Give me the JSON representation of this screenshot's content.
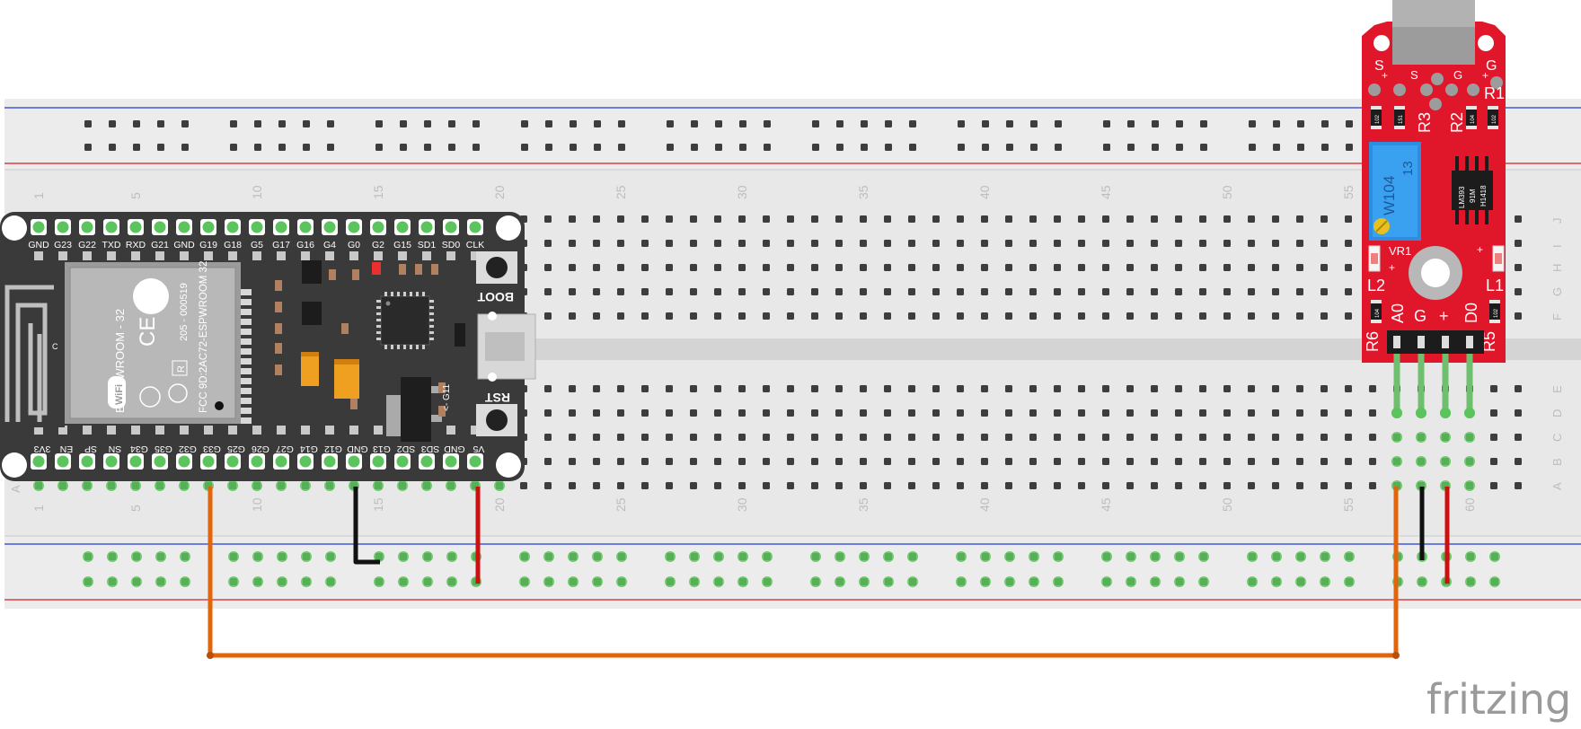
{
  "watermark": "fritzing",
  "breadboard": {
    "column_numbers": [
      "1",
      "5",
      "10",
      "15",
      "20",
      "25",
      "30",
      "35",
      "40",
      "45",
      "50",
      "55",
      "60"
    ],
    "row_letters_top": [
      "J",
      "I",
      "H",
      "G",
      "F"
    ],
    "row_letters_bottom": [
      "E",
      "D",
      "C",
      "B",
      "A"
    ]
  },
  "esp32": {
    "top_pins": [
      "GND",
      "G23",
      "G22",
      "TXD",
      "RXD",
      "G21",
      "GND",
      "G19",
      "G18",
      "G5",
      "G17",
      "G16",
      "G4",
      "G0",
      "G2",
      "G15",
      "SD1",
      "SD0",
      "CLK"
    ],
    "bottom_pins": [
      "3V3",
      "EN",
      "SP",
      "SN",
      "G34",
      "G35",
      "G32",
      "G33",
      "G25",
      "G26",
      "G27",
      "G14",
      "G12",
      "GND",
      "G13",
      "SD2",
      "SD3",
      "GND",
      "V5"
    ],
    "module_text": {
      "model": "ESP - WROOM - 32",
      "fcc": "FCC 9D:2AC72-ESPWROOM 32",
      "cert": "205 - 000519",
      "ce": "CE",
      "r_mark": "R",
      "wifi": "WiFi",
      "c_mark": "C"
    },
    "boot_label": "BOOT",
    "rst_label": "RST",
    "g11_label": "<- G11"
  },
  "sensor": {
    "top_labels": [
      "S",
      "G"
    ],
    "pin_labels": [
      "+",
      "S",
      "G",
      "+"
    ],
    "resistor_labels": [
      "R1",
      "R2",
      "R3",
      "R5",
      "R6"
    ],
    "smd_codes": [
      "102",
      "151",
      "104",
      "102",
      "104",
      "102"
    ],
    "pot_text": "W104",
    "pot_sub": "13",
    "chip_text": "LM393",
    "chip_sub": "91M",
    "chip_sub2": "H1418",
    "vr_label": "VR1",
    "led_labels": [
      "L1",
      "L2"
    ],
    "header_labels": [
      "A0",
      "G",
      "+",
      "D0"
    ],
    "plus_label": "+"
  },
  "colors": {
    "breadboard": "#e6e6e6",
    "rail_blue": "#1f3bd6",
    "rail_red": "#d62020",
    "board": "#3a3a3a",
    "sensor_red": "#e0172a",
    "pin_green": "#5cc45c",
    "wire_orange": "#e2650c",
    "wire_black": "#111111",
    "wire_red": "#cc1010"
  }
}
